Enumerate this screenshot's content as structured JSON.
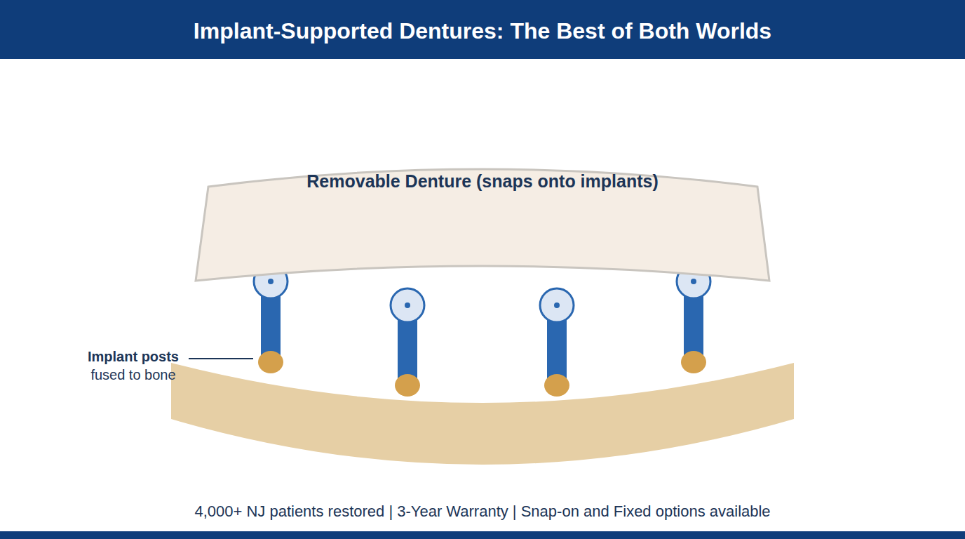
{
  "diagram": {
    "title": "Implant-Supported Dentures: The Best of Both Worlds",
    "caption": "4,000+ NJ patients restored | 3-Year Warranty | Snap-on and Fixed options available",
    "nodes": [
      {
        "text": [
          "Removable Denture (snaps onto implants)"
        ]
      }
    ],
    "labels": [
      "Implant posts",
      "fused to bone"
    ]
  }
}
